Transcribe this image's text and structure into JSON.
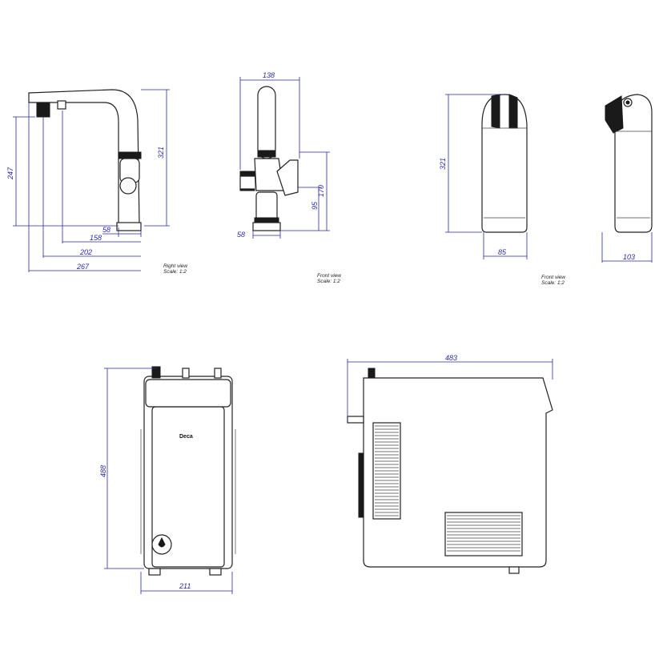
{
  "views": {
    "right": {
      "caption": "Right view",
      "scale": "Scale:  1:2",
      "dims": {
        "height": "321",
        "spout_height": "247",
        "d58": "58",
        "d158": "158",
        "d202": "202",
        "reach": "267"
      }
    },
    "front": {
      "caption": "Front view",
      "scale": "Scale:  1:2",
      "dims": {
        "width": "138",
        "h170": "170",
        "h95": "95",
        "d58": "58"
      }
    },
    "filter": {
      "caption": "Front view",
      "scale": "Scale:  1:2",
      "dims": {
        "height": "321",
        "width": "85",
        "depth": "103"
      }
    },
    "unit_front": {
      "brand": "Deca",
      "dims": {
        "height": "488",
        "width": "211"
      }
    },
    "unit_side": {
      "dims": {
        "depth": "483"
      }
    }
  }
}
